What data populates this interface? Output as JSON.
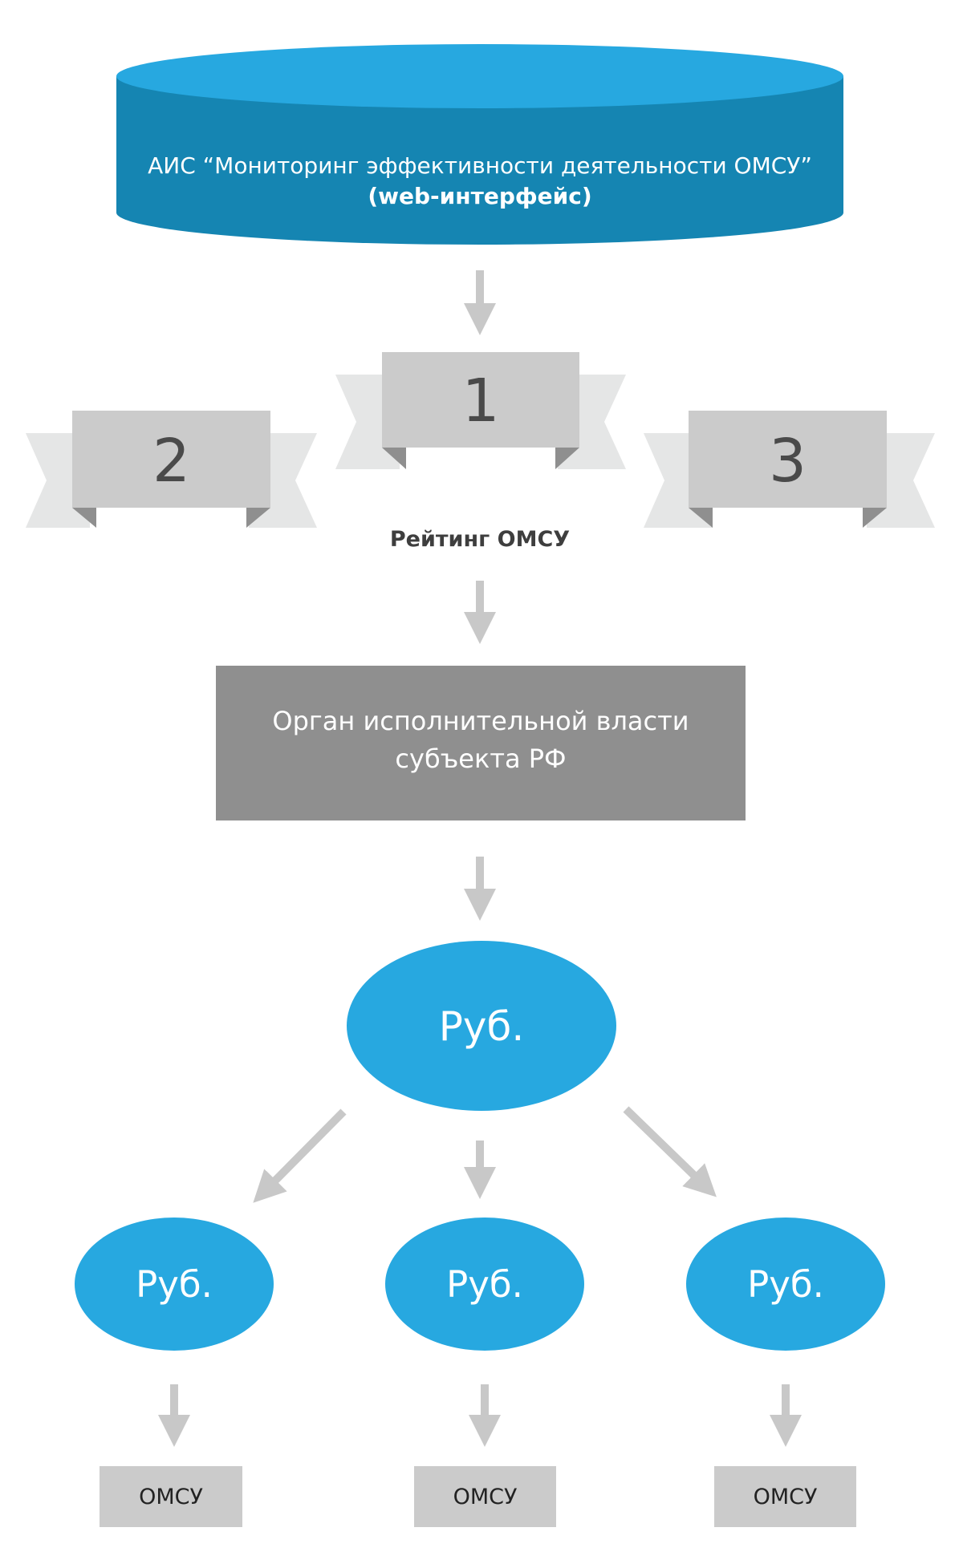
{
  "database": {
    "title": "АИС “Мониторинг эффективности деятельности ОМСУ”",
    "subtitle": "(web-интерфейс)"
  },
  "rating": {
    "places": [
      "1",
      "2",
      "3"
    ],
    "label": "Рейтинг ОМСУ"
  },
  "authority": {
    "line1": "Орган исполнительной власти",
    "line2": "субъекта РФ"
  },
  "budget": {
    "main": "Руб.",
    "left": "Руб.",
    "center": "Руб.",
    "right": "Руб."
  },
  "recipients": [
    "ОМСУ",
    "ОМСУ",
    "ОМСУ"
  ],
  "colors": {
    "db_top": "#27a8e0",
    "db_side": "#1585b2",
    "ribbon_front": "#cbcbcb",
    "ribbon_back": "#e5e6e6",
    "ribbon_fold": "#8f8f8f",
    "arrow": "#c8c8c8",
    "authority_box": "#8f8f8f",
    "ellipse": "#27a8e0",
    "omsu_box": "#cbcbcb"
  }
}
